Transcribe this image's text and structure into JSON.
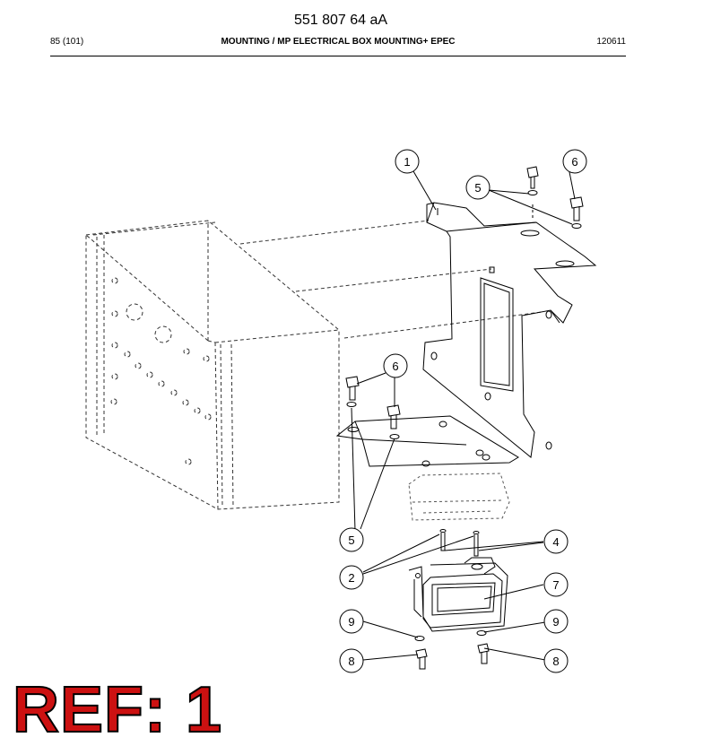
{
  "header": {
    "doc_number": "551 807 64 aA",
    "page_ref": "85 (101)",
    "section_title": "MOUNTING / MP ELECTRICAL BOX MOUNTING+ EPEC",
    "date_code": "120611"
  },
  "callouts": [
    {
      "id": "callout-1",
      "label": "1"
    },
    {
      "id": "callout-6-top",
      "label": "6"
    },
    {
      "id": "callout-5-top",
      "label": "5"
    },
    {
      "id": "callout-6-mid",
      "label": "6"
    },
    {
      "id": "callout-5-bottom",
      "label": "5"
    },
    {
      "id": "callout-4",
      "label": "4"
    },
    {
      "id": "callout-2",
      "label": "2"
    },
    {
      "id": "callout-7",
      "label": "7"
    },
    {
      "id": "callout-9-left",
      "label": "9"
    },
    {
      "id": "callout-9-right",
      "label": "9"
    },
    {
      "id": "callout-8-left",
      "label": "8"
    },
    {
      "id": "callout-8-right",
      "label": "8"
    }
  ],
  "ref_label": "REF: 1"
}
